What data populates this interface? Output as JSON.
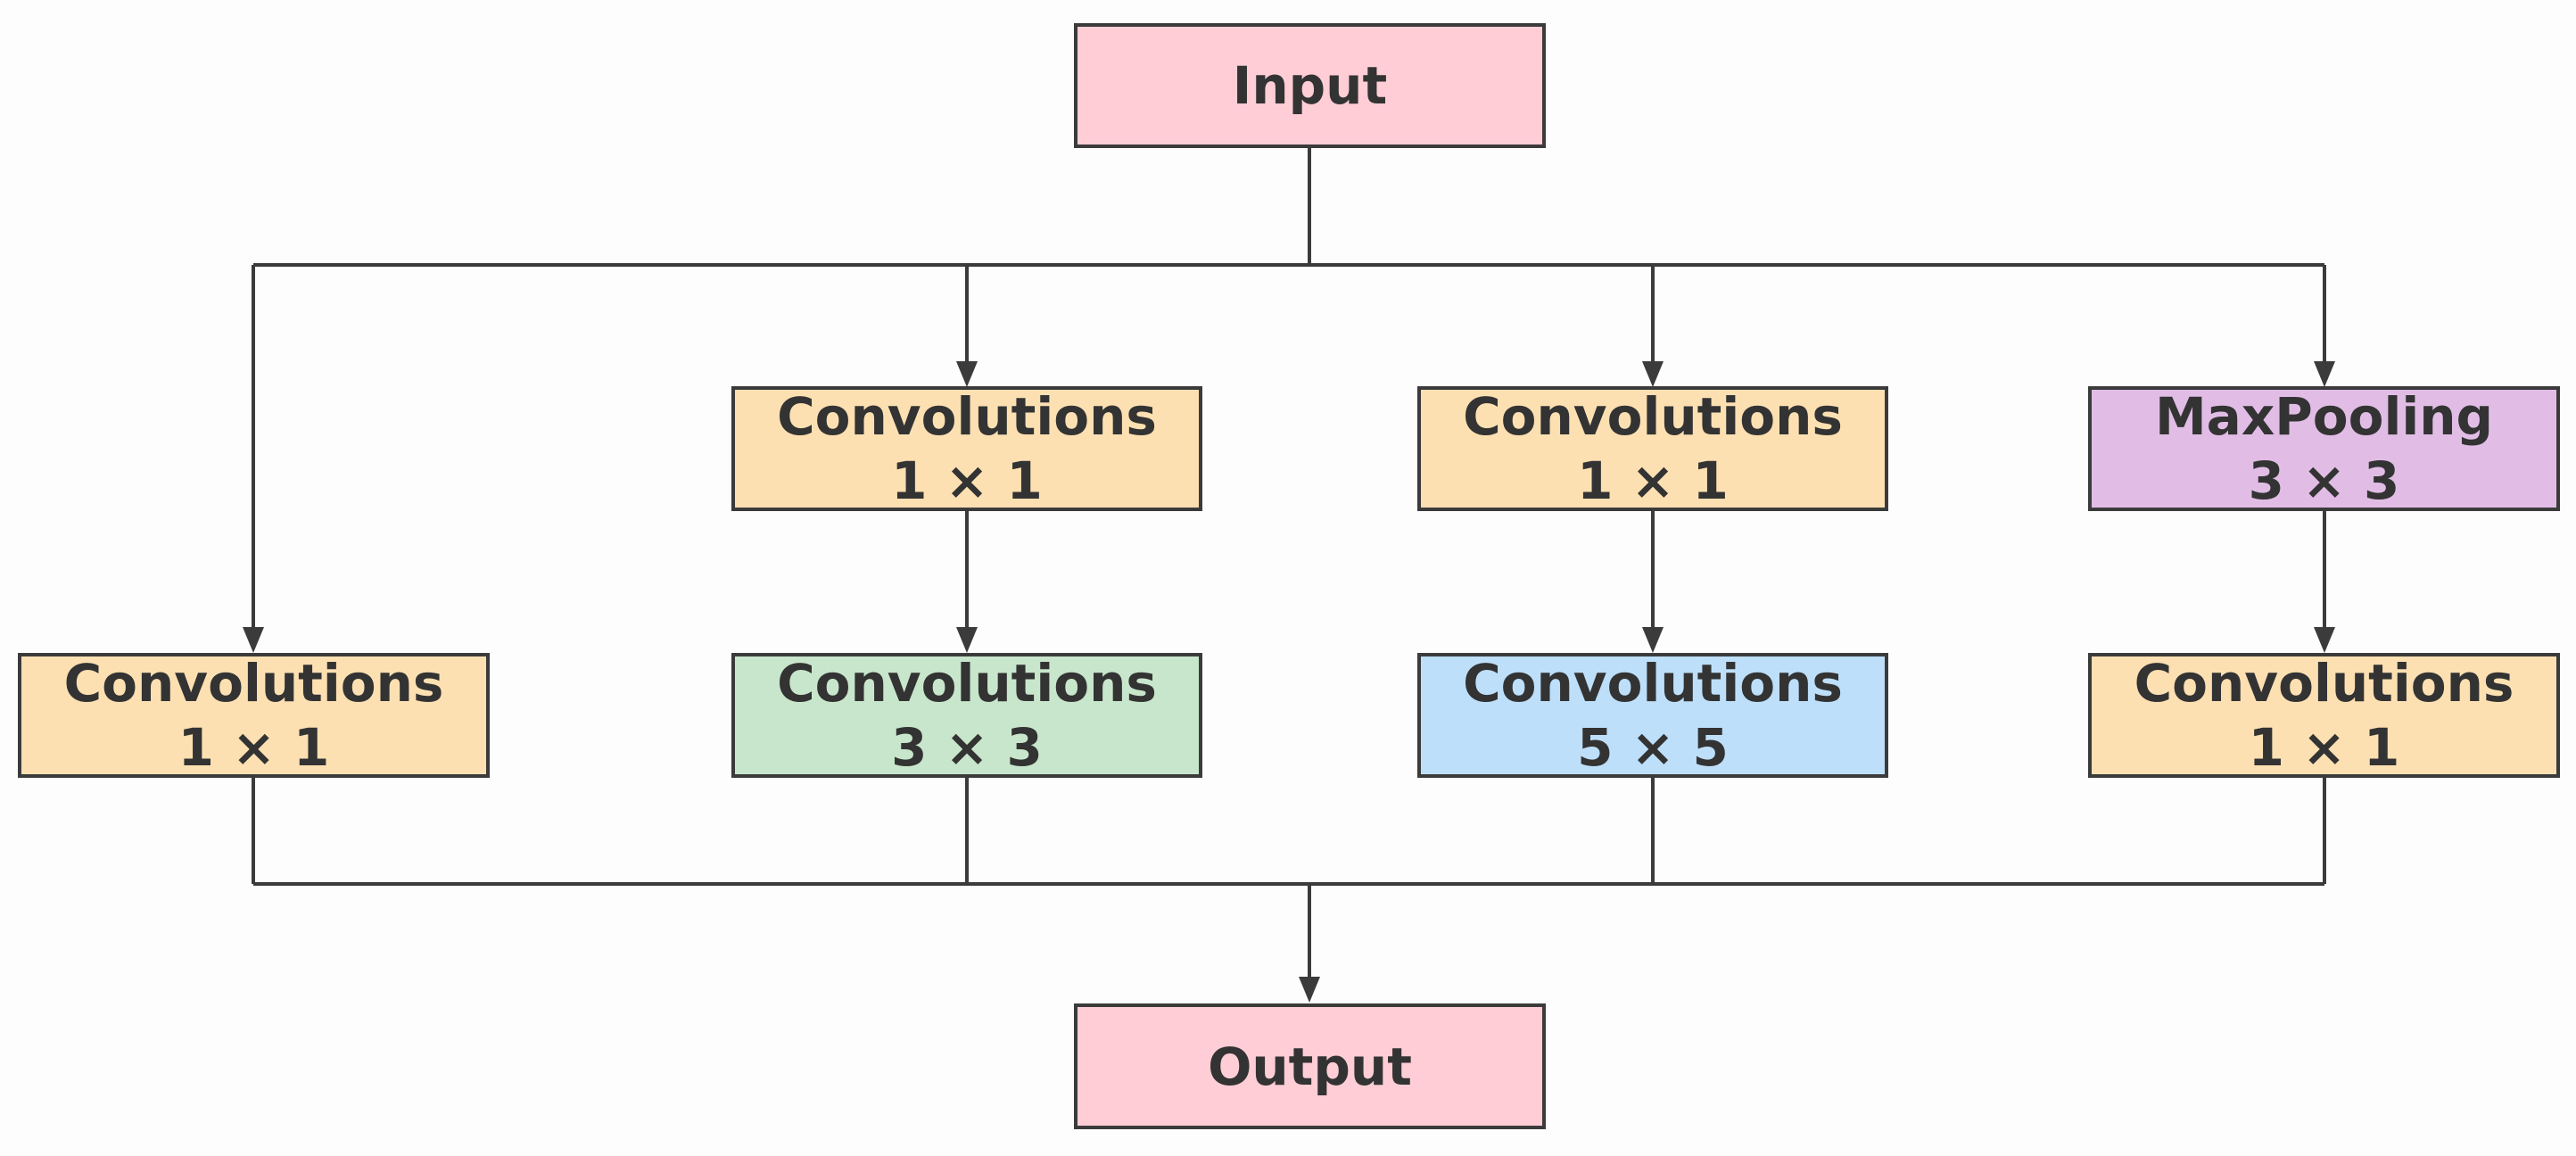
{
  "colors": {
    "io": "#ffcdd5",
    "conv_1x1": "#fde0b2",
    "conv_3x3": "#c8e6cb",
    "conv_5x5": "#bddffa",
    "maxpool": "#e1bde6",
    "stroke": "#3b3b3b",
    "text": "#333333",
    "background": "#fdfdfd"
  },
  "nodes": {
    "input": {
      "line1": "Input"
    },
    "output": {
      "line1": "Output"
    },
    "branch1_conv1x1": {
      "line1": "Convolutions",
      "line2": "1 × 1"
    },
    "branch2_conv1x1": {
      "line1": "Convolutions",
      "line2": "1 × 1"
    },
    "branch2_conv3x3": {
      "line1": "Convolutions",
      "line2": "3 × 3"
    },
    "branch3_conv1x1": {
      "line1": "Convolutions",
      "line2": "1 × 1"
    },
    "branch3_conv5x5": {
      "line1": "Convolutions",
      "line2": "5 × 5"
    },
    "branch4_maxpool": {
      "line1": "MaxPooling",
      "line2": "3 × 3"
    },
    "branch4_conv1x1": {
      "line1": "Convolutions",
      "line2": "1 × 1"
    }
  }
}
